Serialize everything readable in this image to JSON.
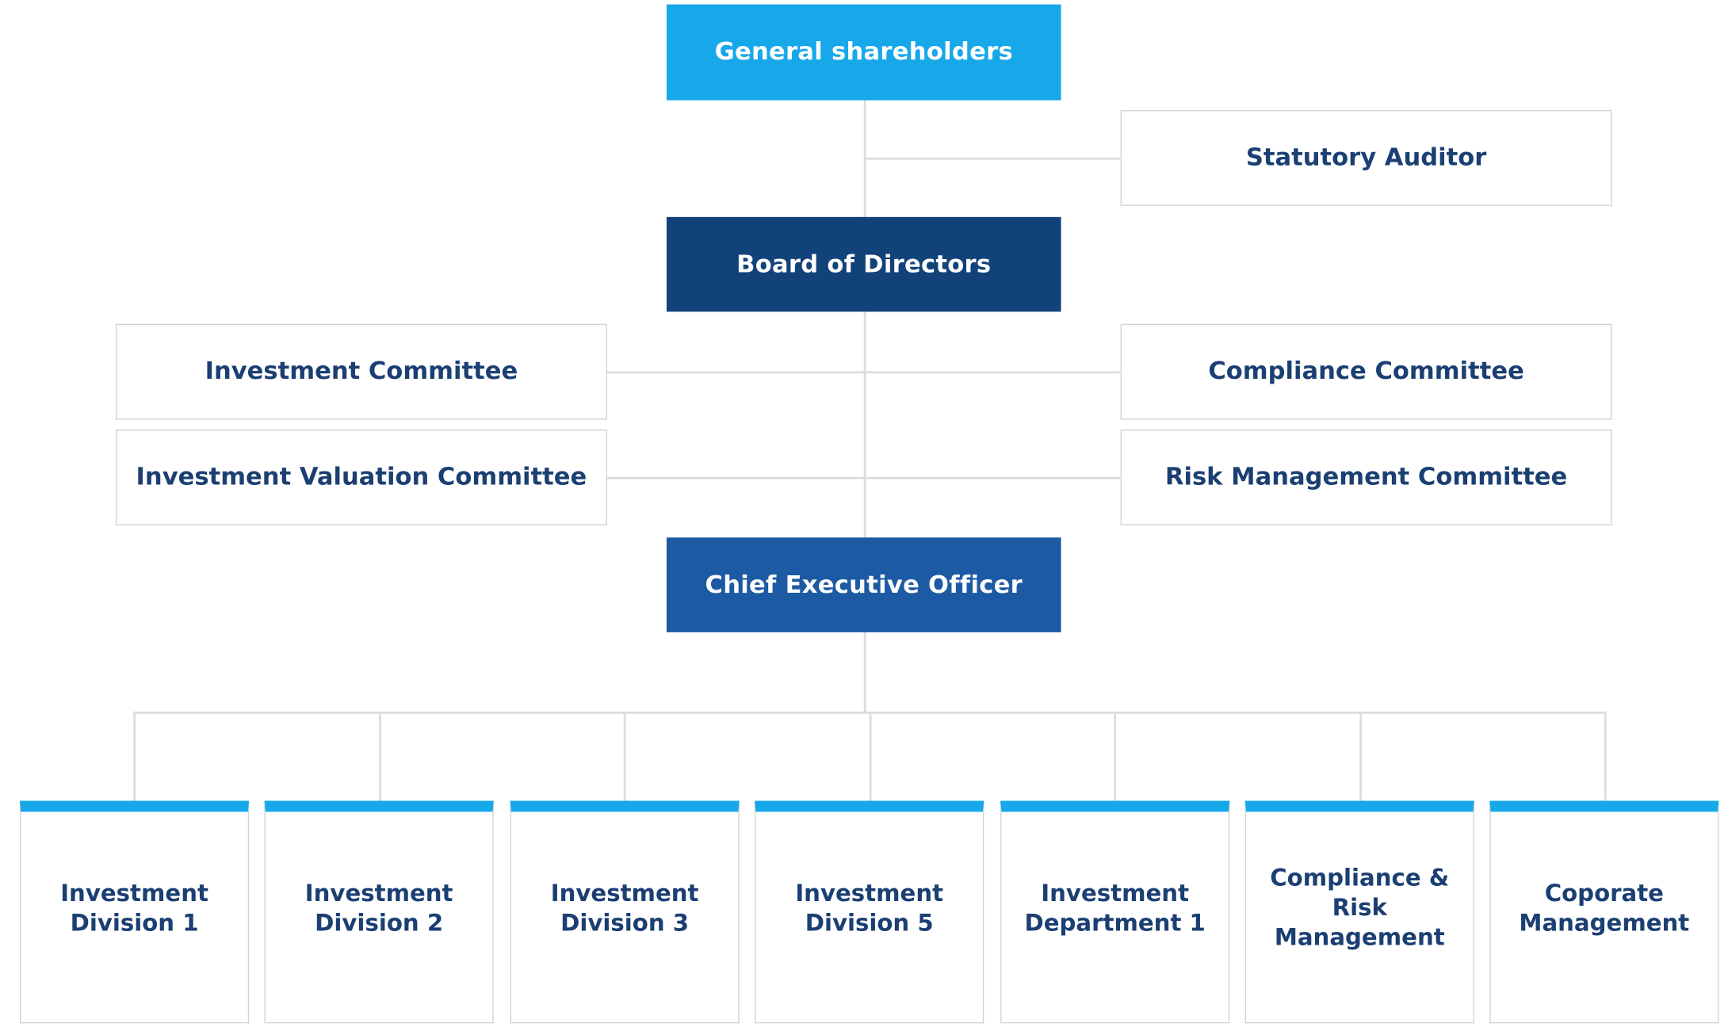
{
  "top": {
    "general_shareholders": "General shareholders",
    "statutory_auditor": "Statutory Auditor",
    "board_of_directors": "Board of Directors",
    "chief_executive_officer": "Chief Executive Officer"
  },
  "committees": {
    "investment_committee": "Investment Committee",
    "investment_valuation_committee": "Investment Valuation Committee",
    "compliance_committee": "Compliance Committee",
    "risk_management_committee": "Risk Management Committee"
  },
  "divisions": [
    "Investment\nDivision 1",
    "Investment\nDivision 2",
    "Investment\nDivision 3",
    "Investment\nDivision 5",
    "Investment\nDepartment 1",
    "Compliance &\nRisk Management",
    "Coporate\nManagement"
  ],
  "colors": {
    "shareholders": "#17a8ea",
    "board": "#12427a",
    "ceo": "#1c5aa3",
    "text": "#1b3f73",
    "division_accent": "#17a8ea",
    "connector": "#dcdcdc"
  }
}
